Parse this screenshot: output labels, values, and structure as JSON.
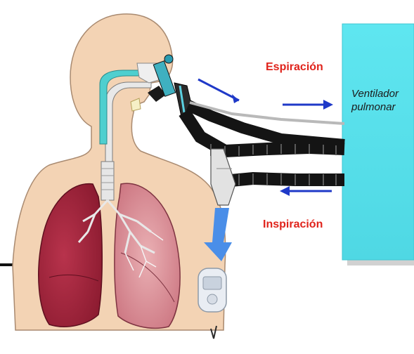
{
  "labels": {
    "expiration": "Espiración",
    "inspiration": "Inspiración",
    "ventilator_line1": "Ventilador",
    "ventilator_line2": "pulmonar"
  },
  "colors": {
    "ventilator_box": "#55e1ec",
    "label_red": "#e0231b",
    "arrow_blue": "#1f39c8",
    "skin": "#f3d3b4",
    "airway": "#4fcfcf",
    "lung_right": "#a3203a",
    "lung_left": "#d98f97",
    "tubing": "#141414",
    "collector": "#4a8ee8"
  },
  "icons": {
    "monitor": "pressure-gauge-device",
    "arrows": [
      "arrow-right",
      "arrow-right",
      "arrow-left"
    ]
  }
}
